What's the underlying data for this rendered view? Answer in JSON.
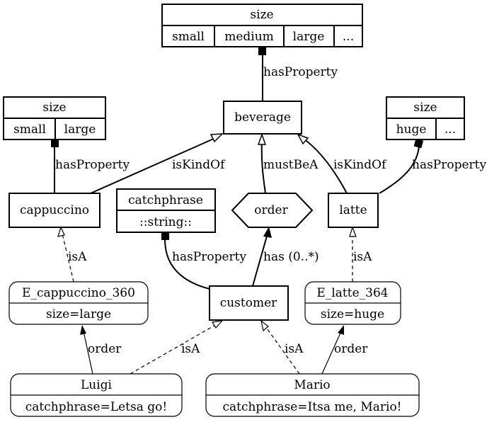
{
  "nodes": {
    "size_top": {
      "title": "size",
      "values": [
        "small",
        "medium",
        "large",
        "..."
      ]
    },
    "size_left": {
      "title": "size",
      "values": [
        "small",
        "large"
      ]
    },
    "size_right": {
      "title": "size",
      "values": [
        "huge",
        "..."
      ]
    },
    "beverage": "beverage",
    "cappuccino": "cappuccino",
    "latte": "latte",
    "order": "order",
    "catchphrase": {
      "title": "catchphrase",
      "type": "::string::"
    },
    "customer": "customer",
    "e_cappuccino": {
      "name": "E_cappuccino_360",
      "attr": "size=large"
    },
    "e_latte": {
      "name": "E_latte_364",
      "attr": "size=huge"
    },
    "luigi": {
      "name": "Luigi",
      "attr": "catchphrase=Letsa go!"
    },
    "mario": {
      "name": "Mario",
      "attr": "catchphrase=Itsa me, Mario!"
    }
  },
  "edges": {
    "has_property": "hasProperty",
    "is_kind_of": "isKindOf",
    "must_be_a": "mustBeA",
    "has_multiplicity": "has (0..*)",
    "is_a": "isA",
    "order": "order"
  }
}
